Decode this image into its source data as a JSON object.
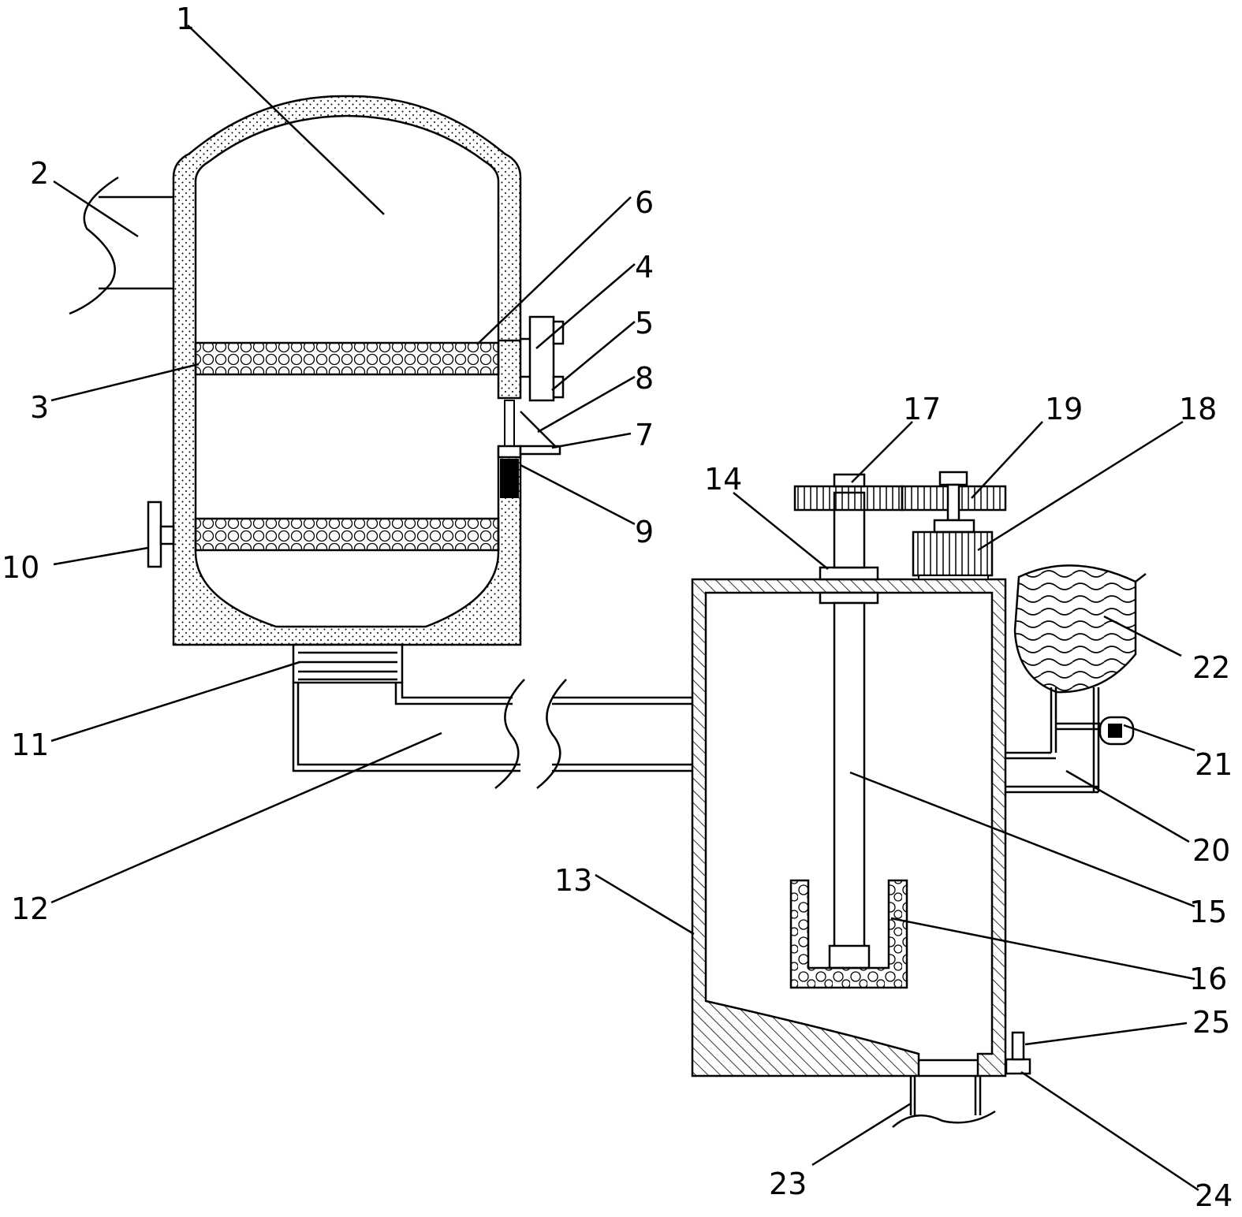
{
  "figure": {
    "style": "patent line drawing",
    "colors": {
      "ink": "#000000",
      "paper": "#ffffff"
    }
  },
  "labels": [
    {
      "id": "1",
      "text": "1"
    },
    {
      "id": "2",
      "text": "2"
    },
    {
      "id": "3",
      "text": "3"
    },
    {
      "id": "4",
      "text": "4"
    },
    {
      "id": "5",
      "text": "5"
    },
    {
      "id": "6",
      "text": "6"
    },
    {
      "id": "7",
      "text": "7"
    },
    {
      "id": "8",
      "text": "8"
    },
    {
      "id": "9",
      "text": "9"
    },
    {
      "id": "10",
      "text": "10"
    },
    {
      "id": "11",
      "text": "11"
    },
    {
      "id": "12",
      "text": "12"
    },
    {
      "id": "13",
      "text": "13"
    },
    {
      "id": "14",
      "text": "14"
    },
    {
      "id": "15",
      "text": "15"
    },
    {
      "id": "16",
      "text": "16"
    },
    {
      "id": "17",
      "text": "17"
    },
    {
      "id": "18",
      "text": "18"
    },
    {
      "id": "19",
      "text": "19"
    },
    {
      "id": "20",
      "text": "20"
    },
    {
      "id": "21",
      "text": "21"
    },
    {
      "id": "22",
      "text": "22"
    },
    {
      "id": "23",
      "text": "23"
    },
    {
      "id": "24",
      "text": "24"
    },
    {
      "id": "25",
      "text": "25"
    }
  ]
}
